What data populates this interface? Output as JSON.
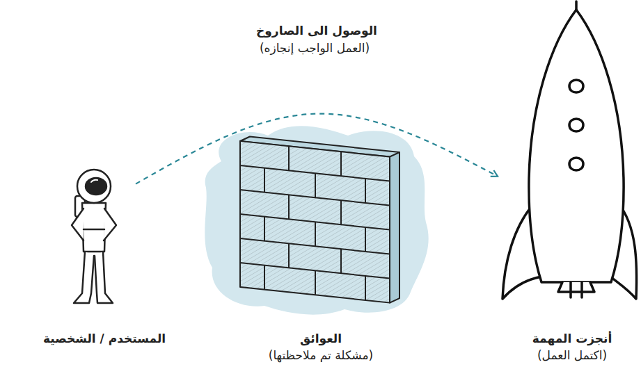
{
  "diagram": {
    "nodes": [
      {
        "text": [
          "أنجزت المهمة",
          "(اكتمل العمل)"
        ]
      },
      {
        "text": [
          "العوائق",
          "(مشكلة تم ملاحظتها)"
        ]
      },
      {
        "text": [
          "المستخدم / الشخصية"
        ]
      }
    ],
    "edges": [
      {
        "from": 2,
        "to": 0,
        "arrow": "to",
        "label": "الوصول الى الصاروخ"
      }
    ],
    "labels": [
      "(العمل الواجب إنجازه)"
    ]
  }
}
